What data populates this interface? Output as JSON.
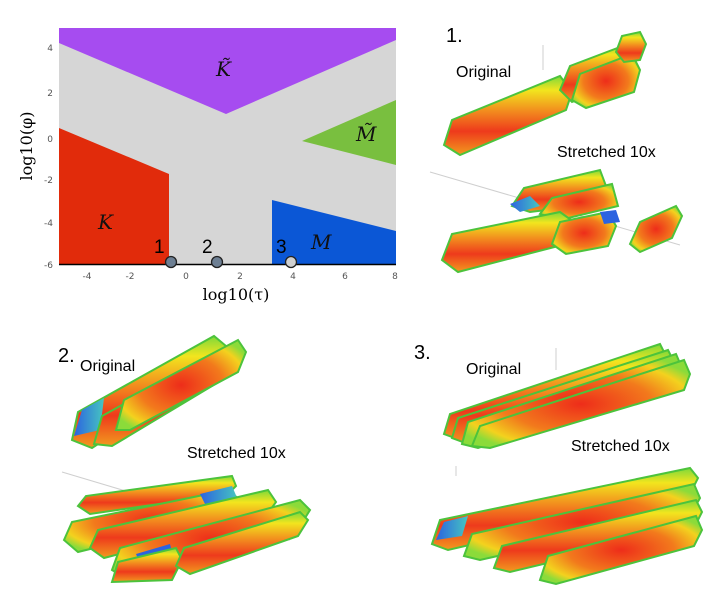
{
  "phase_diagram": {
    "xlabel": "log10(τ)",
    "ylabel": "log10(φ)",
    "xticks": [
      "-4",
      "-2",
      "0",
      "2",
      "4",
      "6",
      "8"
    ],
    "yticks": [
      "4",
      "2",
      "0",
      "-2",
      "-4",
      "-6"
    ],
    "regions": {
      "k_tilde": "K̃",
      "m_tilde": "M̃",
      "k": "K",
      "m": "M"
    },
    "colors": {
      "k_tilde": "#a64cf0",
      "m_tilde": "#79bf3f",
      "k": "#e12b0b",
      "m": "#0b57d6",
      "background": "#d6d6d6"
    },
    "markers": [
      "1",
      "2",
      "3"
    ]
  },
  "panels": [
    {
      "number": "1.",
      "original_label": "Original",
      "stretched_label": "Stretched 10x"
    },
    {
      "number": "2.",
      "original_label": "Original",
      "stretched_label": "Stretched 10x"
    },
    {
      "number": "3.",
      "original_label": "Original",
      "stretched_label": "Stretched 10x"
    }
  ]
}
